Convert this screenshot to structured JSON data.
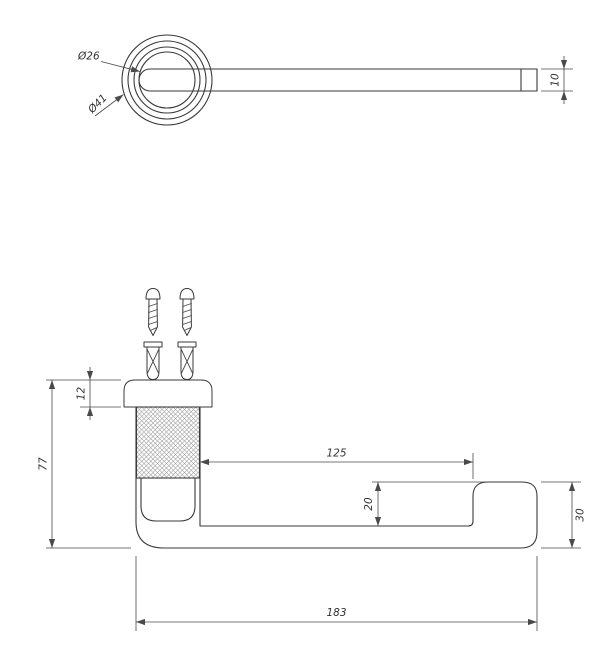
{
  "top_view": {
    "dims": {
      "collar_diameter": "Ø26",
      "rosette_diameter": "Ø41",
      "bar_thickness": "10"
    }
  },
  "front_view": {
    "dims": {
      "rosette_height": "12",
      "overall_height": "77",
      "arm_length": "125",
      "drop_to_bar": "20",
      "end_height": "30",
      "overall_length": "183"
    }
  }
}
